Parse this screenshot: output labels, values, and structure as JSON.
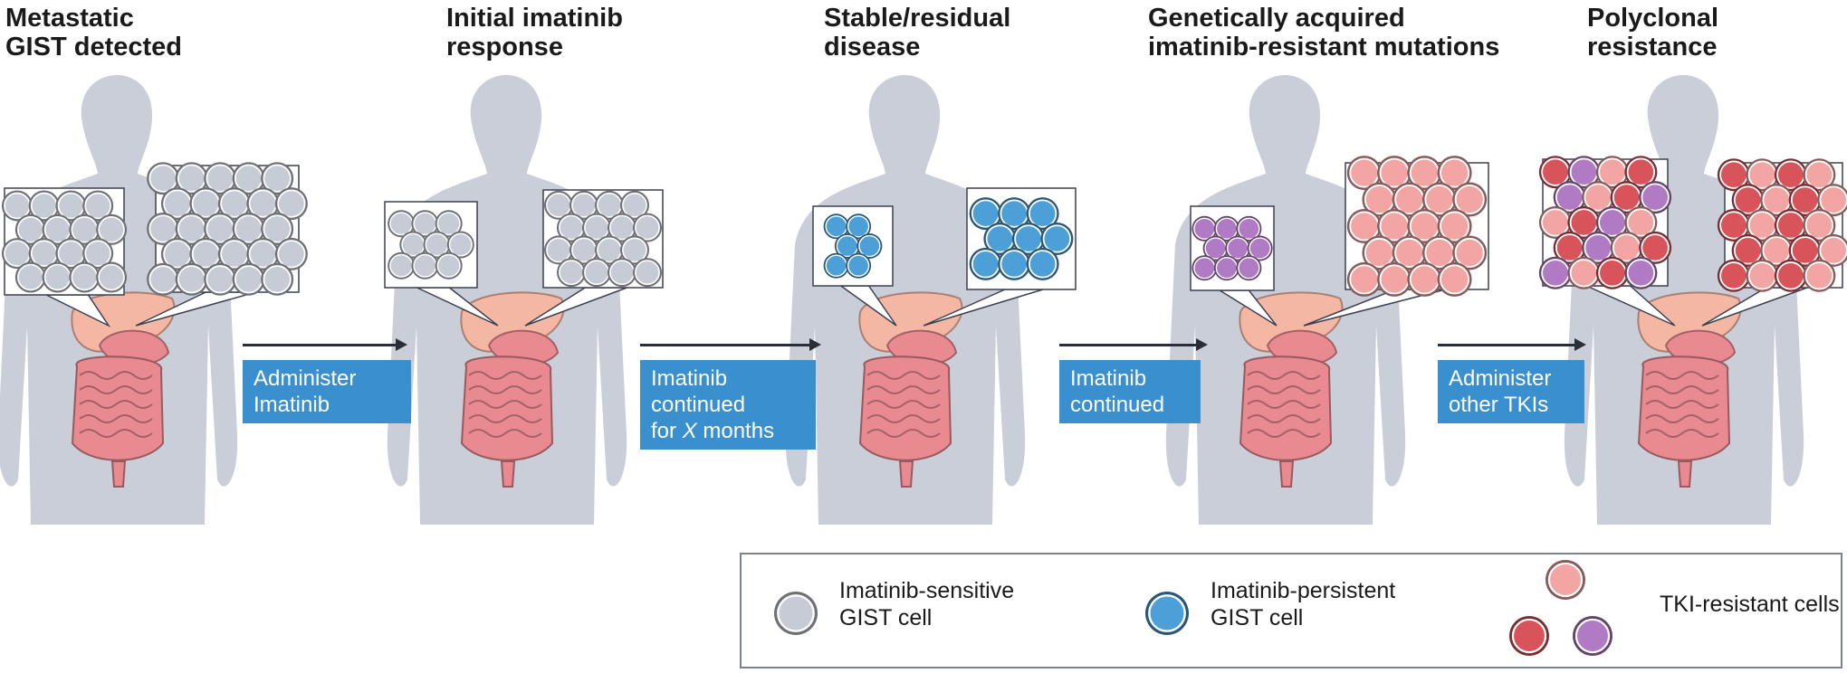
{
  "stages": [
    {
      "title_line1": "Metastatic",
      "title_line2": "GIST detected"
    },
    {
      "title_line1": "Initial imatinib",
      "title_line2": "response"
    },
    {
      "title_line1": "Stable/residual",
      "title_line2": "disease"
    },
    {
      "title_line1": "Genetically acquired",
      "title_line2": "imatinib-resistant mutations"
    },
    {
      "title_line1": "Polyclonal",
      "title_line2": "resistance"
    }
  ],
  "transitions": [
    {
      "lines": [
        "Administer",
        "Imatinib"
      ]
    },
    {
      "lines": [
        "Imatinib",
        "continued",
        "for X months"
      ]
    },
    {
      "lines": [
        "Imatinib",
        "continued"
      ]
    },
    {
      "lines": [
        "Administer",
        "other TKIs"
      ]
    }
  ],
  "legend": {
    "sensitive_line1": "Imatinib-sensitive",
    "sensitive_line2": "GIST cell",
    "persistent_line1": "Imatinib-persistent",
    "persistent_line2": "GIST cell",
    "resistant_label": "TKI-resistant cells"
  },
  "colors": {
    "body": "#c9ced9",
    "liver": "#f4b7a4",
    "intestine": "#e88a90",
    "sensitive_cell": "#c7cbd6",
    "persistent_cell": "#4d9fd8",
    "resistant_pink": "#f3a5a3",
    "resistant_red": "#d9535b",
    "resistant_purple": "#b07ac4",
    "label_box": "#3a8fce"
  }
}
